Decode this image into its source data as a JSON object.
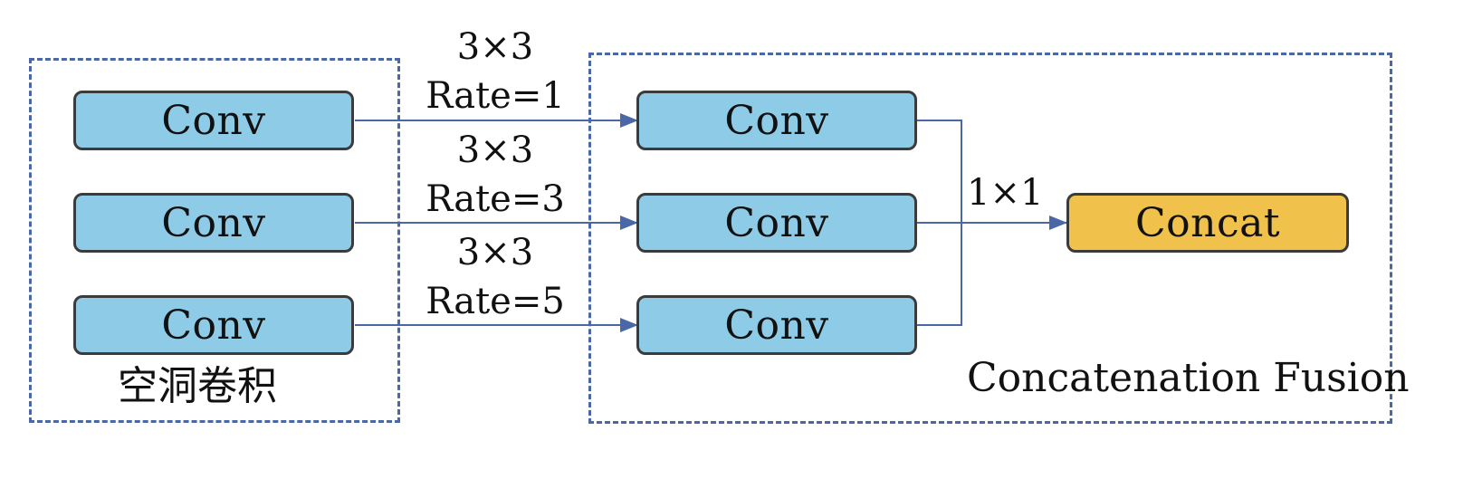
{
  "left_group": {
    "title": "空洞卷积",
    "nodes": [
      "Conv",
      "Conv",
      "Conv"
    ]
  },
  "right_group": {
    "title": "Concatenation Fusion",
    "nodes": [
      "Conv",
      "Conv",
      "Conv"
    ],
    "output": "Concat"
  },
  "edge_labels": [
    {
      "kernel": "3×3",
      "rate": "Rate=1"
    },
    {
      "kernel": "3×3",
      "rate": "Rate=3"
    },
    {
      "kernel": "3×3",
      "rate": "Rate=5"
    }
  ],
  "fusion_label": "1×1",
  "colors": {
    "conv_fill": "#8ecbe6",
    "concat_fill": "#f0c14b",
    "border": "#3b3b3b",
    "dashed_box": "#4a68a6",
    "arrow": "#4a68a6"
  }
}
